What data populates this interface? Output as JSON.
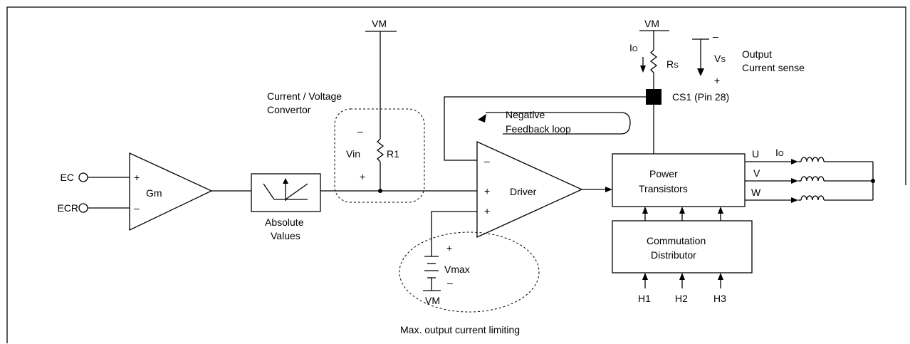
{
  "labels": {
    "vm_top": "VM",
    "vm_rs": "VM",
    "io_rs": "I",
    "io_rs_sub": "O",
    "rs": "R",
    "rs_sub": "S",
    "vs": "V",
    "vs_sub": "S",
    "vs_minus": "–",
    "vs_plus": "+",
    "output_sense_1": "Output",
    "output_sense_2": "Current sense",
    "cs1": "CS1 (Pin 28)",
    "cv_convertor_1": "Current / Voltage",
    "cv_convertor_2": "Convertor",
    "neg_fb_1": "Negative",
    "neg_fb_2": "Feedback loop",
    "vin": "Vin",
    "vin_minus": "–",
    "vin_plus": "+",
    "r1": "R1",
    "ec": "EC",
    "ecr": "ECR",
    "gm": "Gm",
    "gm_plus": "+",
    "gm_minus": "–",
    "abs_1": "Absolute",
    "abs_2": "Values",
    "driver": "Driver",
    "driver_minus": "–",
    "driver_plus1": "+",
    "driver_plus2": "+",
    "power_1": "Power",
    "power_2": "Transistors",
    "comm_1": "Commutation",
    "comm_2": "Distributor",
    "u": "U",
    "v": "V",
    "w": "W",
    "io_out": "I",
    "io_out_sub": "O",
    "h1": "H1",
    "h2": "H2",
    "h3": "H3",
    "vmax": "Vmax",
    "vmax_plus": "+",
    "vmax_minus": "–",
    "vm_bottom": "VM",
    "max_limit": "Max. output current limiting"
  }
}
